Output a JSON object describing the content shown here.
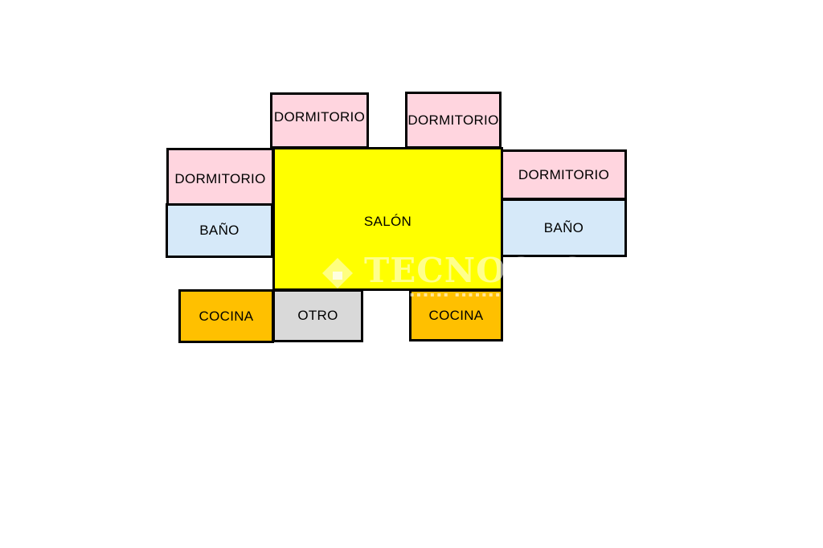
{
  "colors": {
    "dormitorio": "#ffd5df",
    "bano": "#d6e9f9",
    "salon": "#ffff00",
    "cocina": "#ffc000",
    "otro": "#d9d9d9",
    "border": "#000000"
  },
  "rooms": {
    "dormitorio_top_left": "DORMITORIO",
    "dormitorio_top_right": "DORMITORIO",
    "dormitorio_left": "DORMITORIO",
    "dormitorio_right": "DORMITORIO",
    "bano_left": "BAÑO",
    "bano_right": "BAÑO",
    "salon": "SALÓN",
    "cocina_left": "COCINA",
    "otro": "OTRO",
    "cocina_right": "COCINA"
  },
  "watermark": {
    "brand": "TECNOCASA"
  }
}
